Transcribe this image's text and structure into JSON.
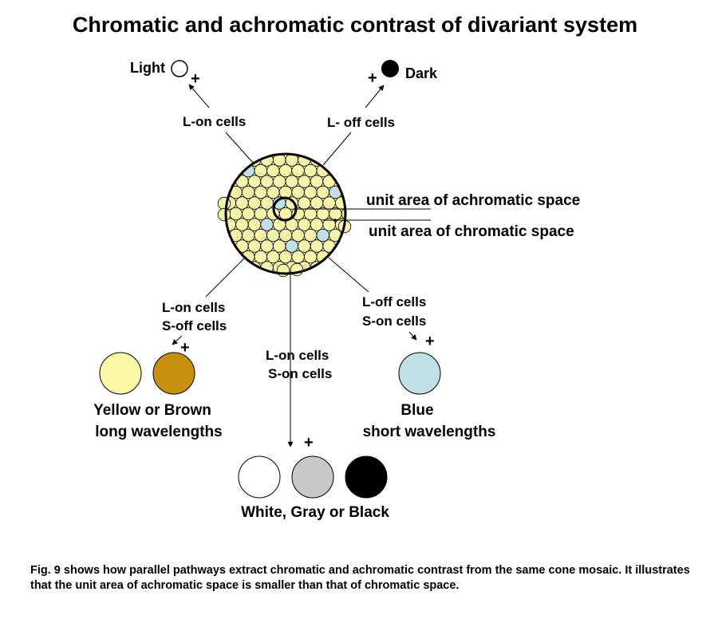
{
  "title": "Chromatic and achromatic contrast of divariant system",
  "top": {
    "light_label": "Light",
    "dark_label": "Dark",
    "l_on_cells": "L-on cells",
    "l_off_cells": "L- off cells",
    "plus": "+"
  },
  "mosaic": {
    "achromatic_label": "unit area of achromatic space",
    "chromatic_label": "unit area of chromatic space",
    "cone_color_yellow": "#f8f3a6",
    "cone_color_blue": "#c2e1e6"
  },
  "pathways": {
    "left": {
      "line1": "L-on cells",
      "line2": "S-off cells",
      "plus": "+"
    },
    "right": {
      "line1": "L-off cells",
      "line2": "S-on cells",
      "plus": "+"
    },
    "middle": {
      "line1": "L-on  cells",
      "line2": "S-on cells",
      "plus": "+"
    }
  },
  "outcomes": {
    "yellow_brown": {
      "line1": "Yellow or Brown",
      "line2": "long wavelengths",
      "colors": [
        "#fbf8a6",
        "#c8900c"
      ]
    },
    "blue": {
      "line1": "Blue",
      "line2": "short wavelengths",
      "colors": [
        "#bfe1e5"
      ]
    },
    "achromatic": {
      "label": "White, Gray or Black",
      "colors": [
        "#ffffff",
        "#c8c8c8",
        "#000000"
      ]
    }
  },
  "caption": "Fig. 9 shows how parallel pathways extract chromatic and achromatic contrast from the same cone mosaic. It illustrates that the unit area of achromatic space is smaller than that of chromatic space."
}
